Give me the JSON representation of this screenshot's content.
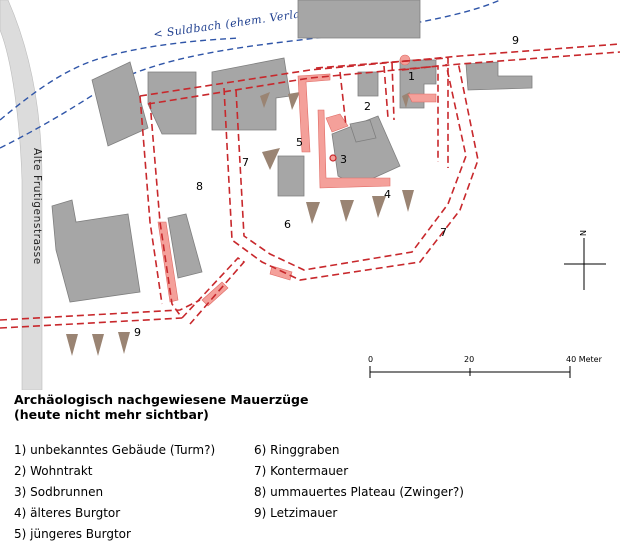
{
  "map": {
    "stream_label": "< Suldbach (ehem. Verlauf)",
    "road_label": "Alte Frutigenstrasse",
    "north_label": "N",
    "scale": {
      "ticks": [
        "0",
        "20",
        "40 Meter"
      ]
    },
    "feature_labels": {
      "l1": "1",
      "l2": "2",
      "l3": "3",
      "l4": "4",
      "l5": "5",
      "l6": "6",
      "l7a": "7",
      "l7b": "7",
      "l8": "8",
      "l9a": "9",
      "l9b": "9"
    },
    "colors": {
      "building": "#a6a6a6",
      "building_stroke": "#7f7f7f",
      "road": "#dcdcdc",
      "wall_dashed": "#c8282c",
      "wall_proven": "#f4a09a",
      "stream": "#2f55a8",
      "moat_marker": "#9a8473"
    }
  },
  "legend": {
    "title_line1": "Archäologisch nachgewiesene Mauerzüge",
    "title_line2": "(heute nicht mehr sichtbar)",
    "col1": [
      "1) unbekanntes Gebäude (Turm?)",
      "2) Wohntrakt",
      "3) Sodbrunnen",
      "4) älteres Burgtor",
      "5) jüngeres Burgtor"
    ],
    "col2": [
      "6) Ringgraben",
      "7) Kontermauer",
      "8) ummauertes Plateau (Zwinger?)",
      "9) Letzimauer"
    ]
  }
}
